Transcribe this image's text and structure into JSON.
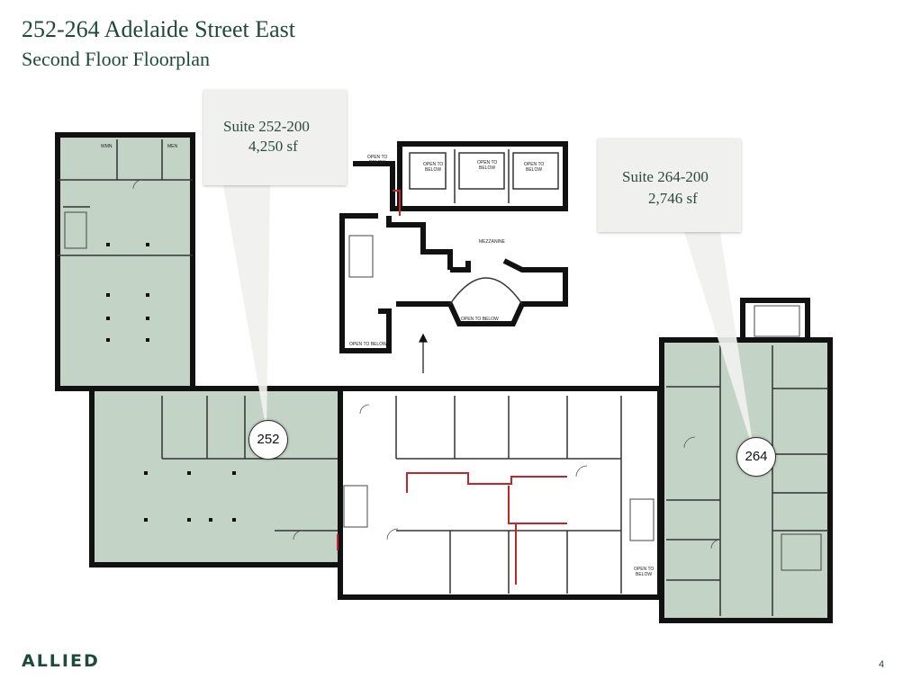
{
  "header": {
    "title": "252-264 Adelaide Street East",
    "subtitle": "Second Floor Floorplan"
  },
  "suites": [
    {
      "id": "252",
      "name": "Suite 252-200",
      "area": "4,250 sf",
      "marker": "252",
      "fill_color": "#c3d3c6"
    },
    {
      "id": "264",
      "name": "Suite 264-200",
      "area": "2,746 sf",
      "marker": "264",
      "fill_color": "#c3d3c6"
    }
  ],
  "plan_labels": {
    "mezzanine": "MEZZANINE",
    "open_to_below": "OPEN TO BELOW",
    "open_to": "OPEN TO",
    "below": "BELOW",
    "wmn": "WMN",
    "men": "MEN"
  },
  "colors": {
    "brand": "#1e4a3a",
    "wall": "#111111",
    "suite_fill": "#c3d3c6",
    "highlight_line": "#c0272d",
    "callout_bg": "#f0f1ef"
  },
  "footer": {
    "logo": "ALLIED",
    "page_number": "4"
  }
}
